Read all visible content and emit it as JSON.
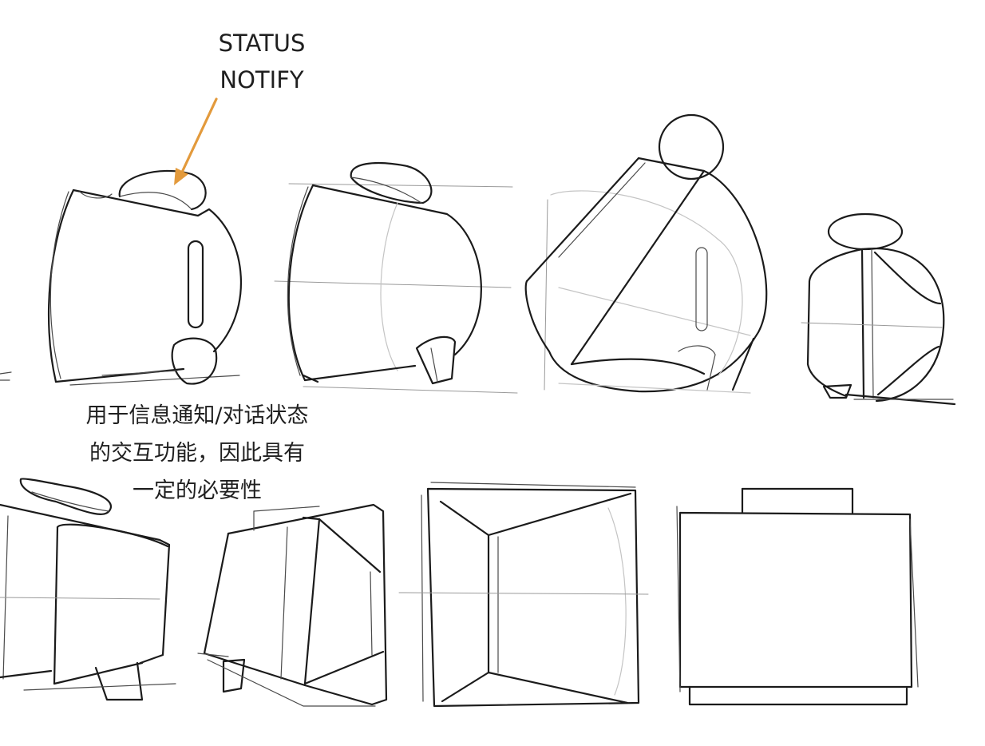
{
  "annotations": {
    "status_label": [
      "STATUS",
      "NOTIFY"
    ],
    "purpose_note": [
      "用于信息通知/对话状态",
      "的交互功能，因此具有",
      "一定的必要性"
    ]
  },
  "colors": {
    "arrow": "#e39a3c",
    "ink": "#1b1b1b",
    "background": "#ffffff"
  },
  "sketches": {
    "top_row": [
      "mug-side-view",
      "mug-perspective-view",
      "sphere-cube-view",
      "round-side-view"
    ],
    "bottom_row": [
      "box-angled-left",
      "box-angled-center",
      "box-front-view",
      "box-flat-front"
    ]
  }
}
